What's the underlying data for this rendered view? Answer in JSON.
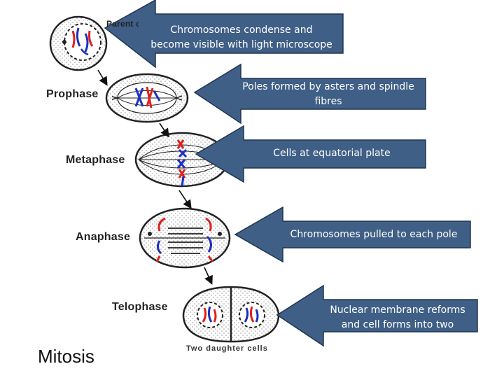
{
  "diagram": {
    "title": "Mitosis",
    "stages": {
      "parent": "Parent c",
      "prophase": "Prophase",
      "metaphase": "Metaphase",
      "anaphase": "Anaphase",
      "telophase": "Telophase"
    },
    "caption": "Two daughter cells",
    "colors": {
      "callout_fill": "#3f5f86",
      "callout_stroke": "#1f3550",
      "chromosome_red": "#e0201c",
      "chromosome_blue": "#1c2fc0",
      "cytoplasm_dots": "#9a9a9a"
    }
  },
  "callouts": [
    {
      "line1": "Chromosomes condense and",
      "line2": "become visible with light microscope"
    },
    {
      "line1": "Poles formed by asters and spindle",
      "line2": "fibres"
    },
    {
      "line1": "Cells at equatorial plate",
      "line2": ""
    },
    {
      "line1": "Chromosomes pulled to each pole",
      "line2": ""
    },
    {
      "line1": "Nuclear membrane reforms",
      "line2": "and cell forms into two"
    }
  ]
}
